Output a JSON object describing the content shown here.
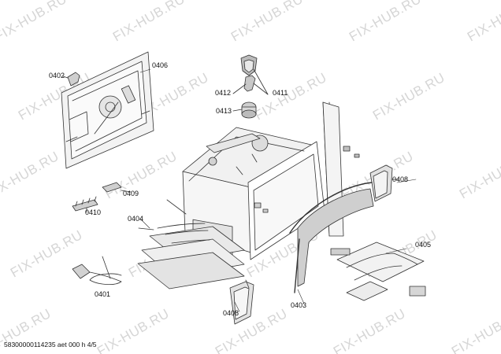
{
  "watermark": {
    "text": "FIX-HUB.RU",
    "color": "#d6d6d6"
  },
  "callouts": [
    {
      "id": "c0402",
      "label": "0402"
    },
    {
      "id": "c0406",
      "label": "0406"
    },
    {
      "id": "c0412",
      "label": "0412"
    },
    {
      "id": "c0411",
      "label": "0411"
    },
    {
      "id": "c0413",
      "label": "0413"
    },
    {
      "id": "c0409",
      "label": "0409"
    },
    {
      "id": "c0410",
      "label": "0410"
    },
    {
      "id": "c0404",
      "label": "0404"
    },
    {
      "id": "c0408a",
      "label": "0408"
    },
    {
      "id": "c0405",
      "label": "0405"
    },
    {
      "id": "c0401",
      "label": "0401"
    },
    {
      "id": "c0403",
      "label": "0403"
    },
    {
      "id": "c0408b",
      "label": "0408"
    }
  ],
  "footer": {
    "text": "58300000114235 aet 000 h 4/5"
  },
  "colors": {
    "line": "#333333",
    "fill": "#f2f2f2",
    "shade": "#bdbdbd"
  }
}
